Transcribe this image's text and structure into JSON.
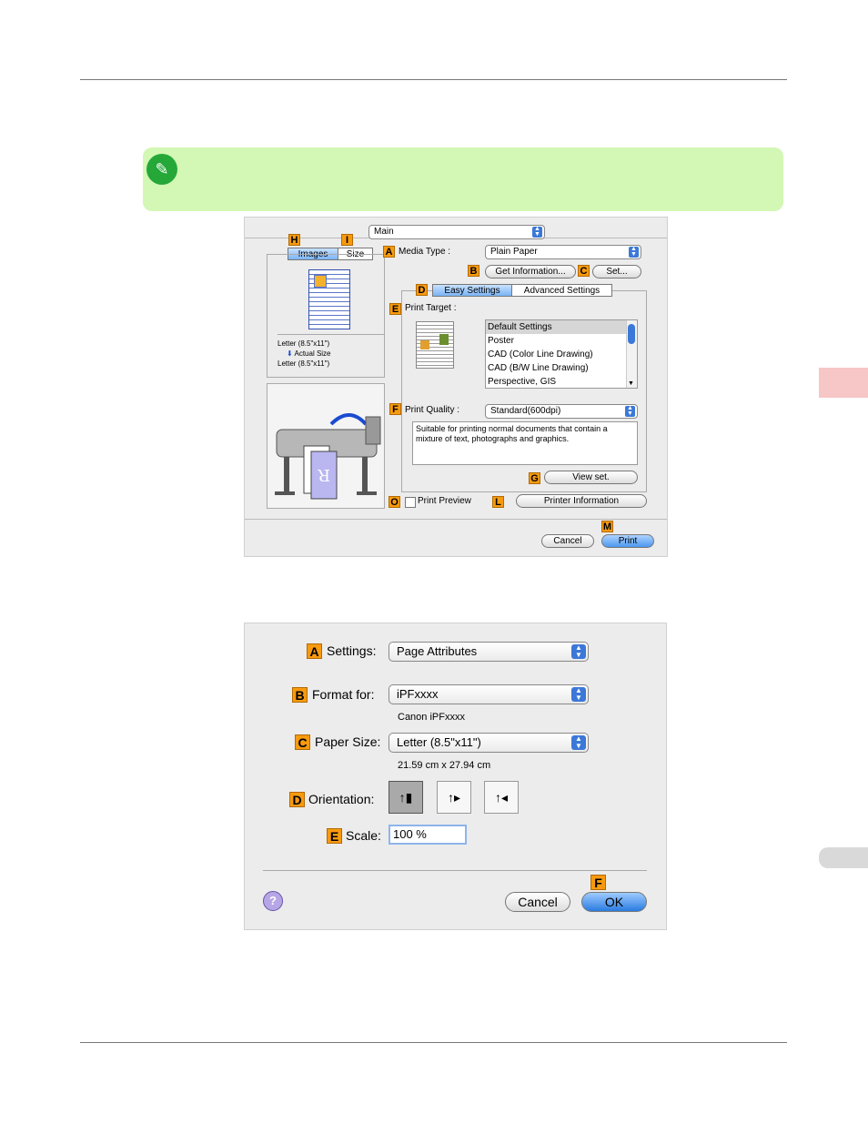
{
  "dialog1": {
    "main_popup": "Main",
    "tabs": [
      "Images",
      "Size"
    ],
    "media_type_label": "Media Type :",
    "media_type_value": "Plain Paper",
    "get_info_button": "Get Information...",
    "set_button": "Set...",
    "mode_tabs": [
      "Easy Settings",
      "Advanced Settings"
    ],
    "print_target_label": "Print Target :",
    "print_target_items": [
      "Default Settings",
      "Poster",
      "CAD (Color Line Drawing)",
      "CAD (B/W Line Drawing)",
      "Perspective, GIS"
    ],
    "print_quality_label": "Print Quality :",
    "print_quality_value": "Standard(600dpi)",
    "description": "Suitable for printing normal documents that contain a mixture of text, photographs and graphics.",
    "view_set_button": "View set.",
    "print_preview_label": "Print Preview",
    "printer_info_button": "Printer Information",
    "cancel_button": "Cancel",
    "print_button": "Print",
    "size_line1": "Letter (8.5\"x11\")",
    "size_line2": "Actual Size",
    "size_line3": "Letter (8.5\"x11\")",
    "tags": {
      "H": "H",
      "I": "I",
      "A": "A",
      "B": "B",
      "C": "C",
      "D": "D",
      "E": "E",
      "F": "F",
      "G": "G",
      "O": "O",
      "L": "L",
      "M": "M"
    }
  },
  "dialog2": {
    "settings_label": "Settings:",
    "settings_value": "Page Attributes",
    "format_label": "Format for:",
    "format_value": "iPFxxxx",
    "format_sub": "Canon iPFxxxx",
    "paper_label": "Paper Size:",
    "paper_value": "Letter (8.5\"x11\")",
    "paper_sub": "21.59 cm x 27.94 cm",
    "orientation_label": "Orientation:",
    "scale_label": "Scale:",
    "scale_value": "100 %",
    "cancel_button": "Cancel",
    "ok_button": "OK",
    "help_icon": "?",
    "tags": {
      "A": "A",
      "B": "B",
      "C": "C",
      "D": "D",
      "E": "E",
      "F": "F"
    }
  },
  "colors": {
    "note_bg": "#d3f7b4",
    "tag": "#f79a0e",
    "side_tab": "#f7c6c6",
    "accent": "#3b78d8"
  }
}
